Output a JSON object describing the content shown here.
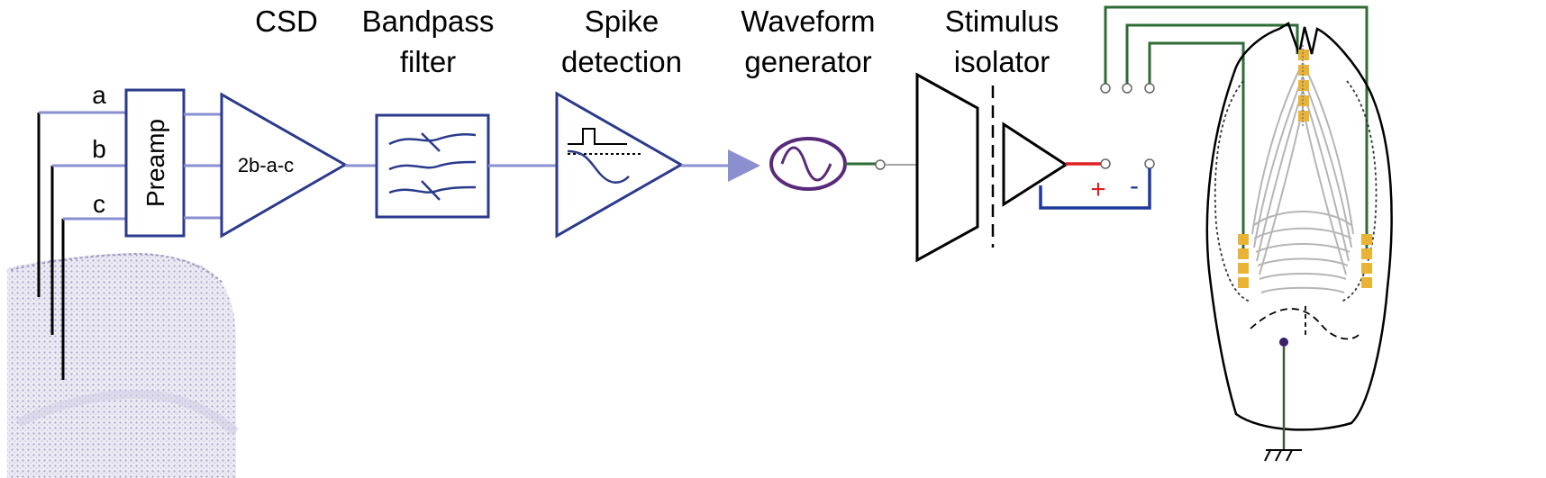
{
  "stages": {
    "csd": {
      "title": "CSD"
    },
    "bandpass": {
      "title_line1": "Bandpass",
      "title_line2": "filter"
    },
    "spike": {
      "title_line1": "Spike",
      "title_line2": "detection"
    },
    "waveform": {
      "title_line1": "Waveform",
      "title_line2": "generator"
    },
    "isolator": {
      "title_line1": "Stimulus",
      "title_line2": "isolator"
    }
  },
  "electrodes": {
    "a": "a",
    "b": "b",
    "c": "c"
  },
  "preamp": {
    "label": "Preamp"
  },
  "csd_amplifier": {
    "formula": "2b-a-c"
  },
  "output_polarity": {
    "plus": "+",
    "minus": "-"
  },
  "colors": {
    "signal_wire": "#8a8fd0",
    "block_outline": "#2a3a8c",
    "waveform_outline": "#5a2a7a",
    "stim_wire": "#2e6b35",
    "positive": "#e02020",
    "negative": "#1f3a9a",
    "electrode_pad": "#e9b436",
    "nerve": "#b5b5b5",
    "tissue": "#b9b4d2"
  }
}
